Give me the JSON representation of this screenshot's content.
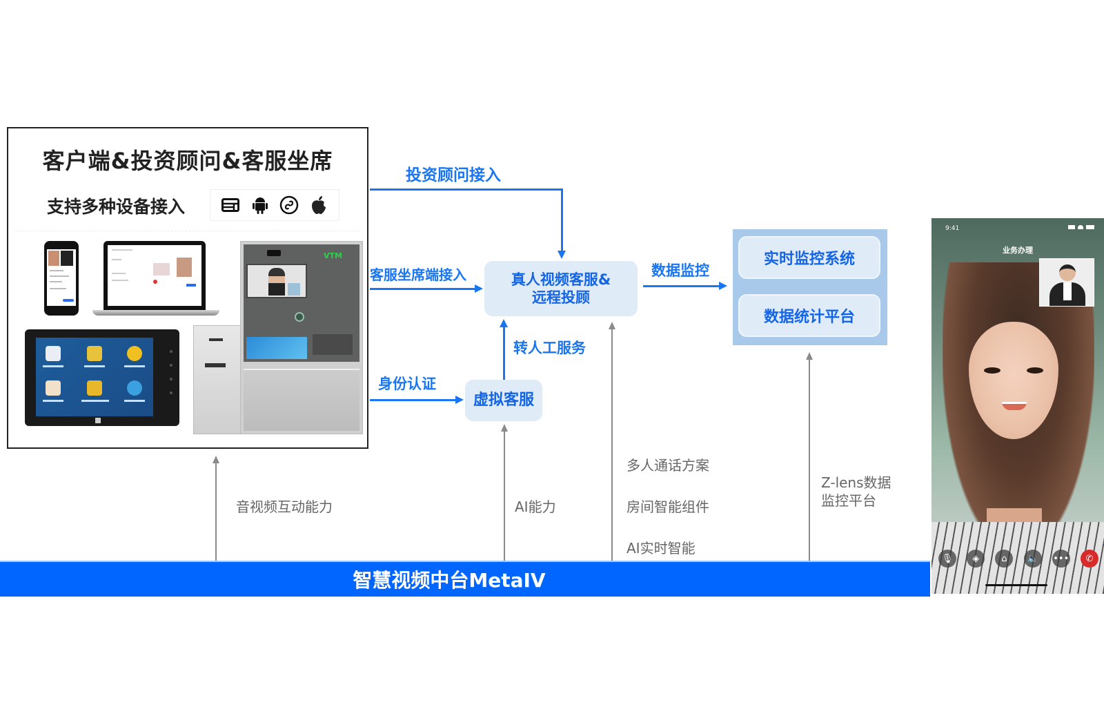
{
  "client_panel": {
    "title": "客户端&投资顾问&客服坐席",
    "device_support_label": "支持多种设备接入",
    "device_icons": [
      "web-icon",
      "android-icon",
      "mini-program-link-icon",
      "apple-icon"
    ],
    "vtm_label": "VTM"
  },
  "flow_labels": {
    "advisor_access": "投资顾问接入",
    "agent_access": "客服坐席端接入",
    "identity_auth": "身份认证",
    "transfer_human": "转人工服务",
    "data_monitor": "数据监控"
  },
  "nodes": {
    "human_service_line1": "真人视频客服&",
    "human_service_line2": "远程投顾",
    "virtual_service": "虚拟客服"
  },
  "monitor_group": {
    "items": [
      "实时监控系统",
      "数据统计平台"
    ]
  },
  "capabilities": {
    "av_interaction": "音视频互动能力",
    "ai_ability": "AI能力",
    "multi_party": "多人通话方案",
    "room_components": "房间智能组件",
    "ai_realtime": "AI实时智能",
    "zlens_line1": "Z-lens数据",
    "zlens_line2": "监控平台"
  },
  "platform": {
    "name": "智慧视频中台MetaIV"
  },
  "video_call": {
    "time": "9:41",
    "title": "业务办理",
    "controls": [
      "microphone-icon",
      "beauty-icon",
      "camera-switch-icon",
      "speaker-icon",
      "more-icon",
      "hang-up-icon"
    ],
    "control_glyphs": [
      "🎙",
      "◈",
      "⌂",
      "🔈",
      "•••",
      "✆"
    ]
  },
  "colors": {
    "accent_blue": "#1976f0",
    "platform_blue": "#0066ff",
    "node_bg": "#dfecf8",
    "group_bg": "#a8c9ea",
    "gray_arrow": "#8a8a8a",
    "hangup_red": "#d92a2a"
  }
}
